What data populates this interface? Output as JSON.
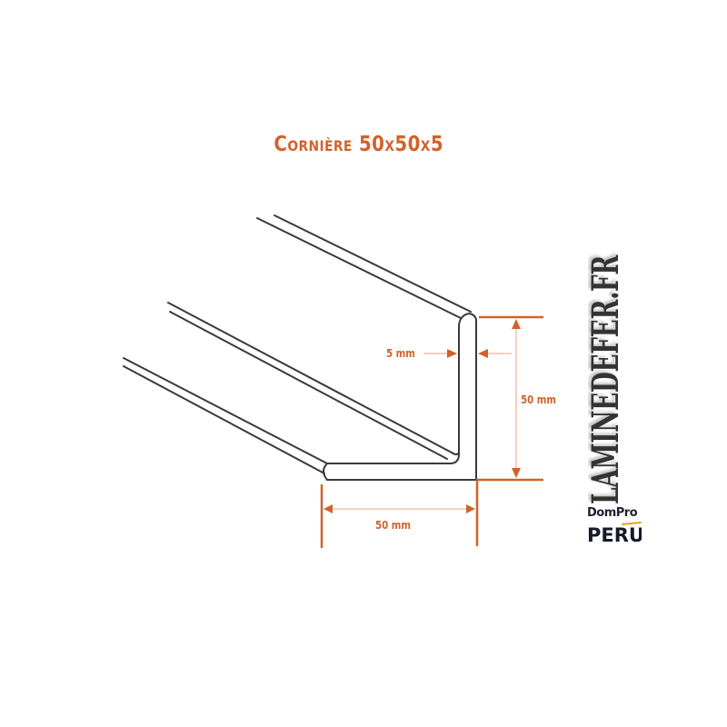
{
  "title": "Cornière 50x50x5",
  "dimensions": {
    "thickness_label": "5 mm",
    "height_label": "50 mm",
    "width_label": "50 mm"
  },
  "watermark": {
    "text": "LAMINEDEFER.FR"
  },
  "brand": {
    "line1": "DomPro",
    "line2": "PERU"
  },
  "colors": {
    "accent": "#d2622a",
    "outline": "#3a3a3a",
    "watermark": "#333333",
    "brand_swoosh": "#e8a020",
    "background": "#ffffff"
  }
}
